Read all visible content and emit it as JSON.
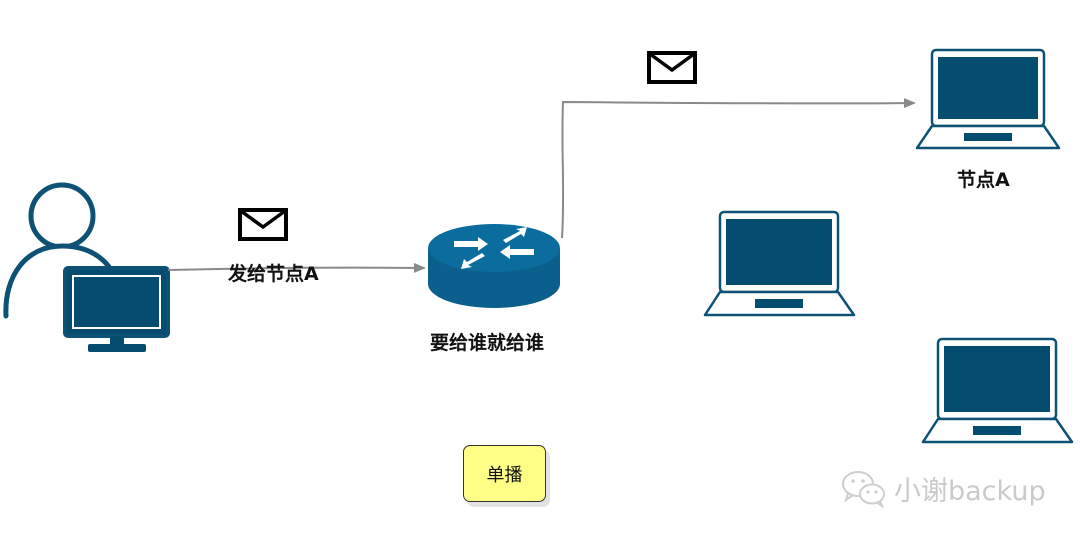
{
  "labels": {
    "send_to_node_a": "发给节点A",
    "router_caption": "要给谁就给谁",
    "node_a": "节点A",
    "unicast_note": "单播",
    "watermark": "小谢backup"
  },
  "colors": {
    "device_fill": "#054d70",
    "device_outline": "#0d5275",
    "router_fill": "#0b618f",
    "arrow": "#8a8a8a",
    "note_fill": "#ffff88"
  },
  "icons": {
    "user": "user-at-computer-icon",
    "router": "router-icon",
    "envelope": "envelope-icon",
    "laptop": "laptop-icon",
    "watermark": "wechat-icon"
  }
}
